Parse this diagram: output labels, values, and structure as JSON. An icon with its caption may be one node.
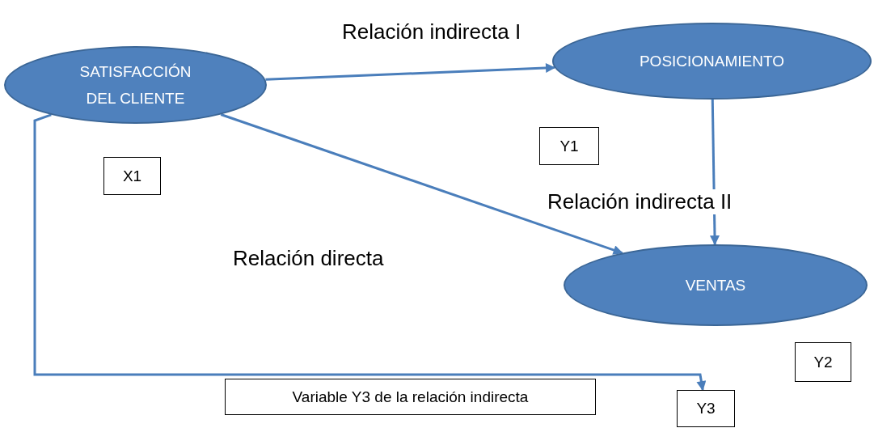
{
  "diagram": {
    "nodes": [
      {
        "text": [
          "SATISFACCIÓN DEL CLIENTE"
        ]
      },
      {
        "text": [
          "POSICIONAMIENTO"
        ]
      },
      {
        "text": [
          "VENTAS"
        ]
      },
      {
        "text": [
          "X1"
        ]
      },
      {
        "text": [
          "Y1"
        ]
      },
      {
        "text": [
          "Y2"
        ]
      },
      {
        "text": [
          "Variable Y3 de la relación indirecta"
        ]
      },
      {
        "text": [
          "Y3"
        ]
      }
    ],
    "edges": [
      {
        "from": 0,
        "to": 1,
        "arrow": "to",
        "label": "Relación indirecta I"
      },
      {
        "from": 1,
        "to": 2,
        "arrow": "to",
        "label": "Relación indirecta II"
      },
      {
        "from": 0,
        "to": 2,
        "arrow": "to",
        "label": "Relación directa"
      },
      {
        "from": 0,
        "to": 7,
        "arrow": "to"
      }
    ]
  }
}
